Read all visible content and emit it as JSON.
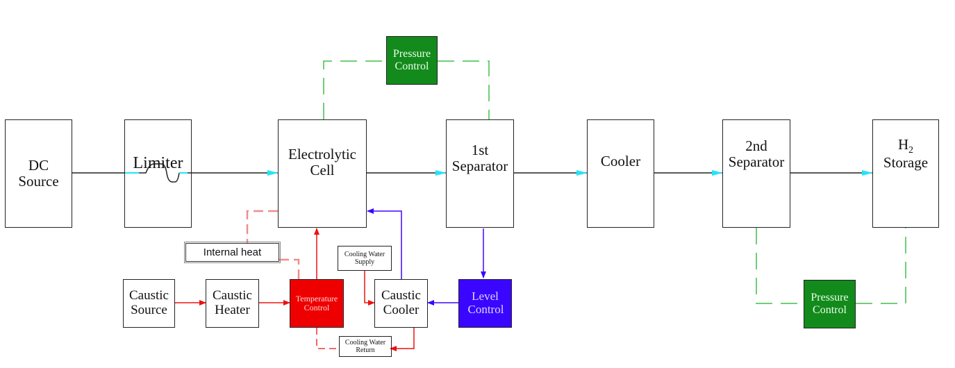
{
  "blocks": {
    "dc_source": "DC Source",
    "limiter": "Limiter",
    "electrolytic_cell": "Electrolytic Cell",
    "first_separator": "1st Separator",
    "cooler": "Cooler",
    "second_separator": "2nd Separator",
    "h2_storage_main": "H",
    "h2_storage_sub": "2",
    "h2_storage_rest": "Storage",
    "pressure_control_top": "Pressure Control",
    "pressure_control_bottom": "Pressure Control",
    "level_control": "Level Control",
    "temperature_control": "Temperature Control",
    "caustic_source": "Caustic Source",
    "caustic_heater": "Caustic Heater",
    "caustic_cooler": "Caustic Cooler",
    "cooling_water_supply": "Cooling Water Supply",
    "cooling_water_return": "Cooling Water Return",
    "internal_heat": "Internal heat"
  },
  "colors": {
    "flow_arrow": "#22e5f5",
    "signal_green": "#3fc14a",
    "red_line": "#ee1111",
    "blue_line": "#3b06ff",
    "pressure_fill": "#138a1c",
    "temperature_fill": "#ee0000",
    "level_fill": "#3b06ff"
  }
}
